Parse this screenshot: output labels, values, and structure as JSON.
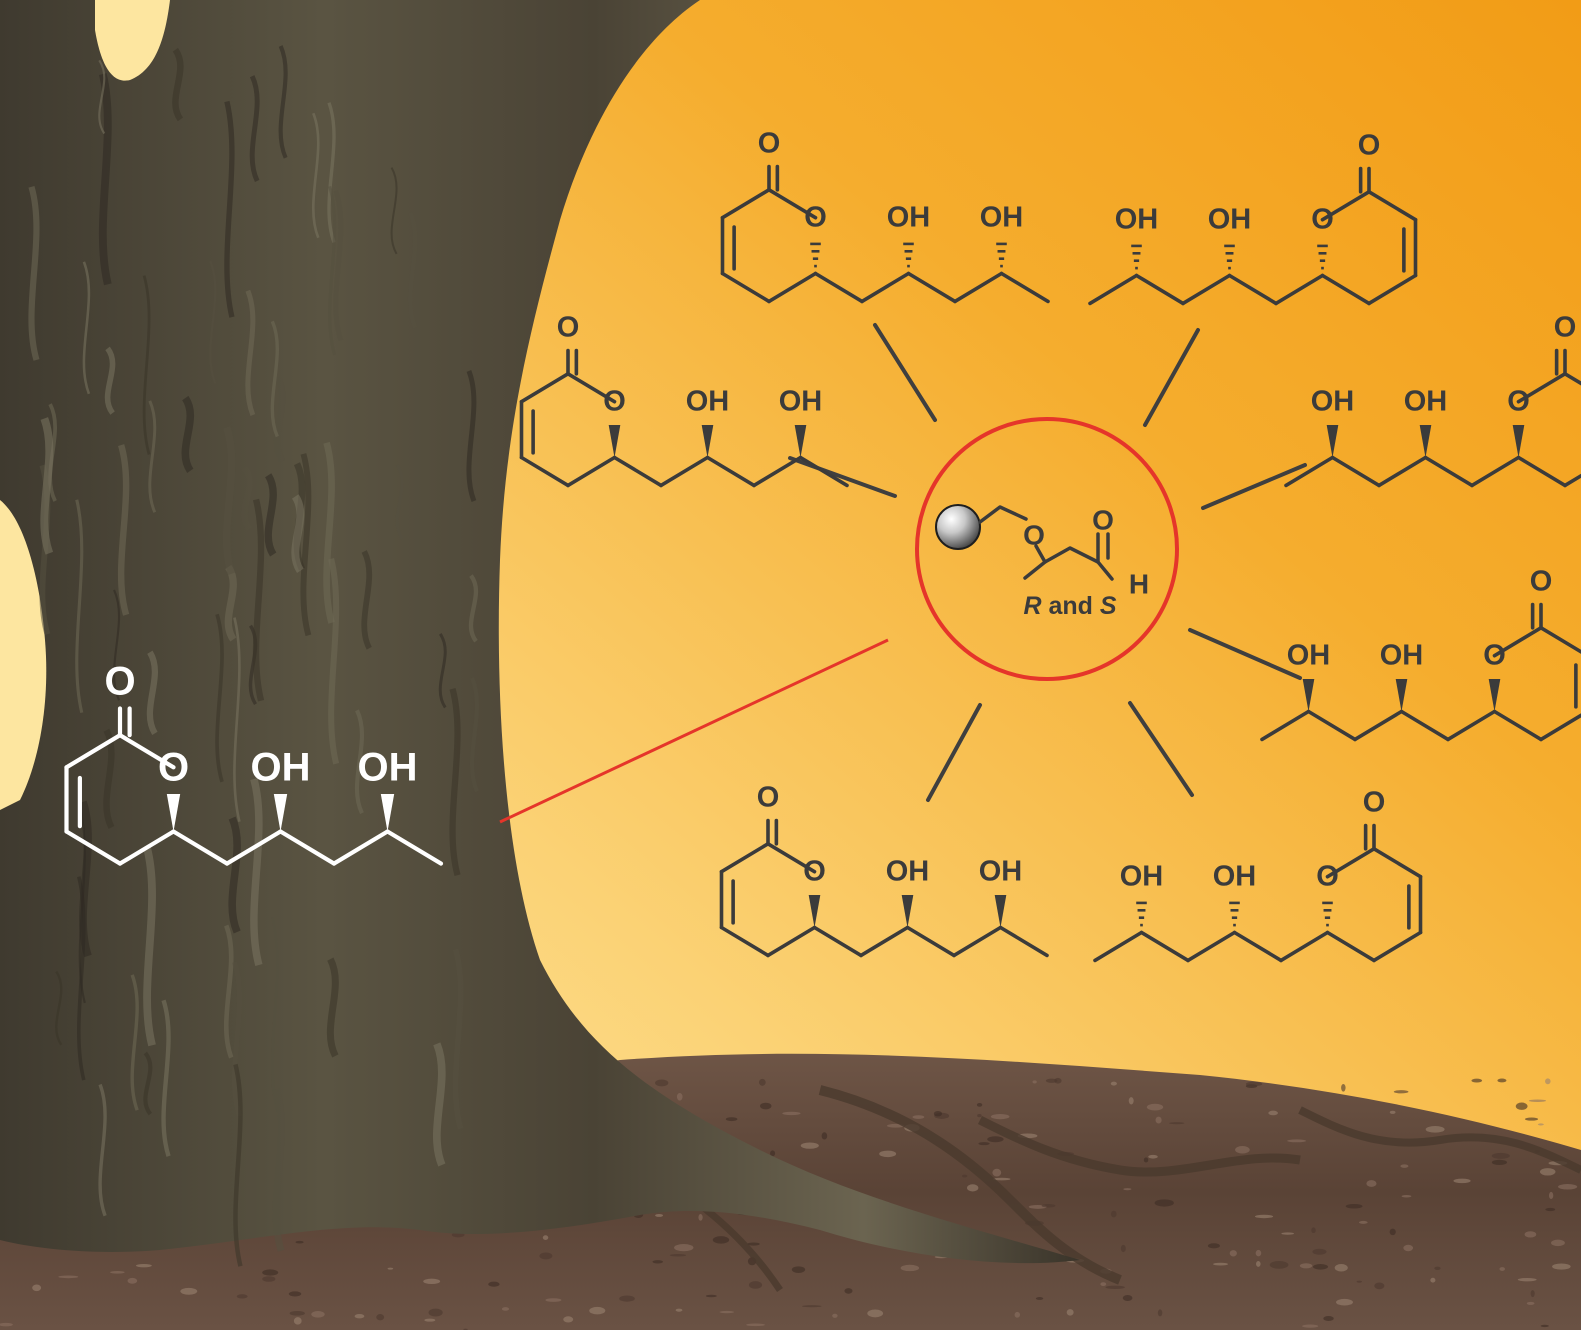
{
  "figure": {
    "atom_labels": {
      "carbonyl_o": "O",
      "ring_o": "O",
      "hydroxyl": "OH",
      "aldehyde_h": "H"
    },
    "center_label": {
      "r": "R",
      "and": " and ",
      "s": "S"
    },
    "colors": {
      "background_orange": "#f3a21d",
      "background_light": "#fde9a6",
      "bond_dark": "#3b3b3b",
      "bond_white": "#ffffff",
      "highlight_red": "#e5352a",
      "bark": "#4d4535",
      "soil": "#5e4436"
    },
    "icons": [
      "tree-trunk-photo",
      "soil-ground-photo",
      "solid-support-bead-icon"
    ]
  }
}
